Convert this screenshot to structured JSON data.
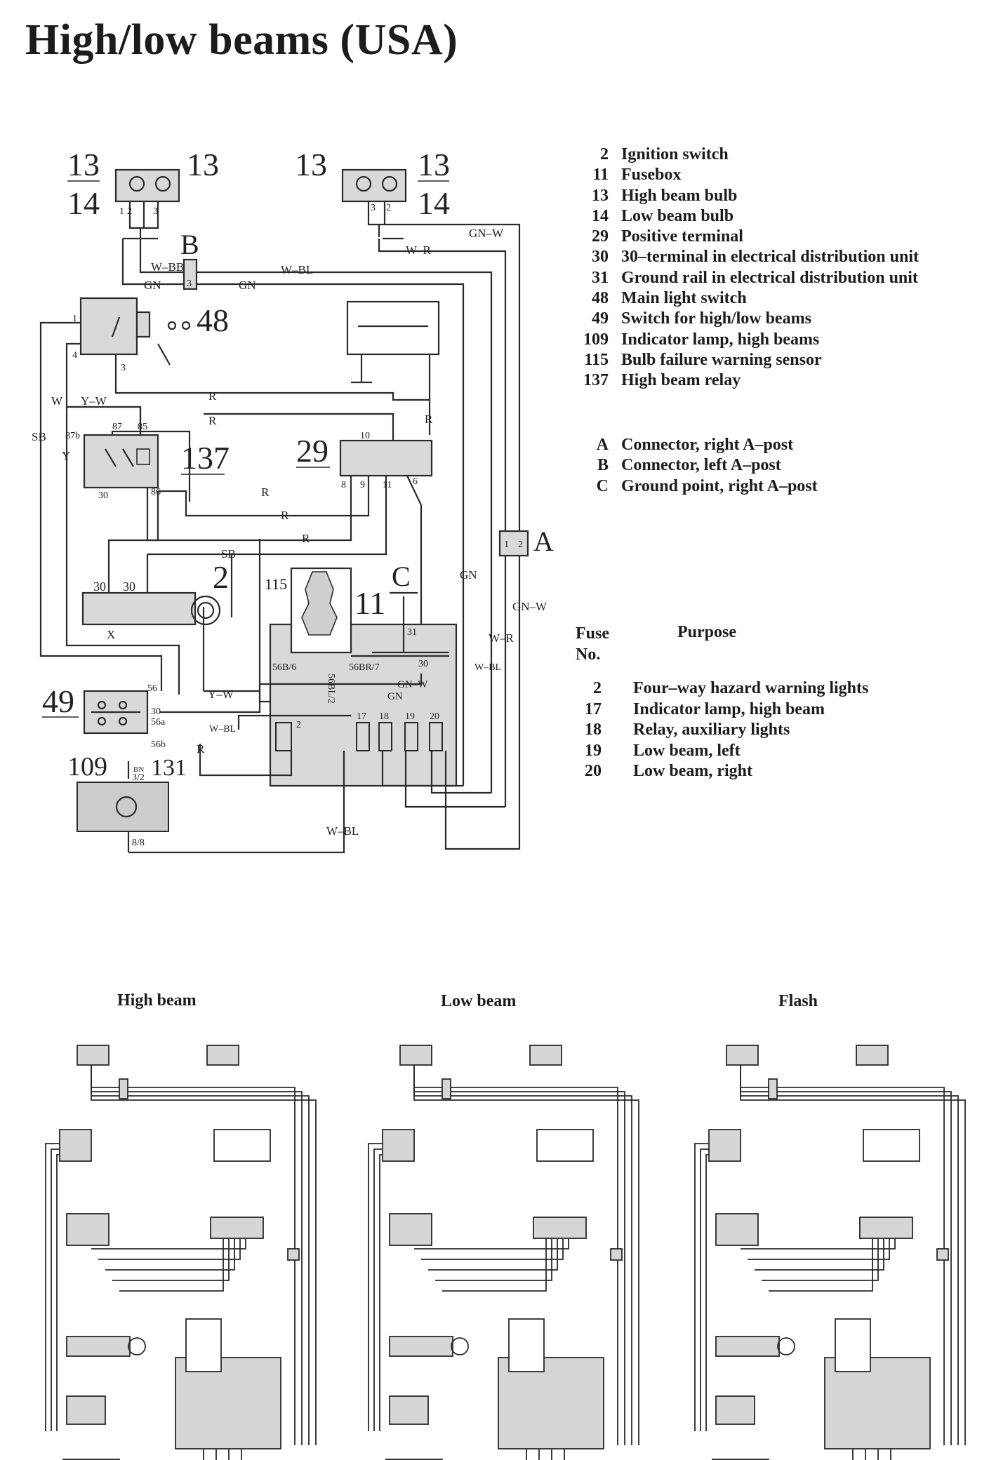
{
  "title": "High/low beams (USA)",
  "legend": [
    {
      "key": "2",
      "text": "Ignition switch"
    },
    {
      "key": "11",
      "text": "Fusebox"
    },
    {
      "key": "13",
      "text": "High beam bulb"
    },
    {
      "key": "14",
      "text": "Low beam bulb"
    },
    {
      "key": "29",
      "text": "Positive terminal"
    },
    {
      "key": "30",
      "text": "30–terminal in electrical distribution unit"
    },
    {
      "key": "31",
      "text": "Ground rail in electrical distribution unit"
    },
    {
      "key": "48",
      "text": "Main light switch"
    },
    {
      "key": "49",
      "text": "Switch for high/low beams"
    },
    {
      "key": "109",
      "text": "Indicator lamp, high beams"
    },
    {
      "key": "115",
      "text": "Bulb failure warning sensor"
    },
    {
      "key": "137",
      "text": "High beam relay"
    }
  ],
  "connectors": [
    {
      "key": "A",
      "text": "Connector, right A–post"
    },
    {
      "key": "B",
      "text": "Connector, left A–post"
    },
    {
      "key": "C",
      "text": "Ground point, right A–post"
    }
  ],
  "fuse_table": {
    "col1": "Fuse",
    "col1b": "No.",
    "col2": "Purpose",
    "rows": [
      {
        "no": "2",
        "purpose": "Four–way hazard warning lights"
      },
      {
        "no": "17",
        "purpose": "Indicator lamp, high beam"
      },
      {
        "no": "18",
        "purpose": "Relay, auxiliary lights"
      },
      {
        "no": "19",
        "purpose": "Low beam, left"
      },
      {
        "no": "20",
        "purpose": "Low beam, right"
      }
    ]
  },
  "component_numbers": {
    "bulb_hi_l": "13",
    "bulb_lo_l": "14",
    "bulb_hi_l2": "13",
    "bulb_hi_r": "13",
    "bulb_hi_r2": "13",
    "bulb_lo_r": "14",
    "connector_b": "B",
    "switch_48": "48",
    "terminal_29": "29",
    "relay_137": "137",
    "ign_2": "2",
    "sensor_115": "115",
    "ground_c": "C",
    "fusebox_11": "11",
    "connector_a": "A",
    "switch_49": "49",
    "lamp_109": "109",
    "lamp_131": "131"
  },
  "wire_labels": {
    "w_bl_b": "W–BL",
    "w_bb": "W–BB",
    "gn_b": "GN",
    "gn_b2": "GN",
    "gn_w_top": "GN–W",
    "w_r_top": "W–R",
    "r1": "R",
    "r2": "R",
    "r3": "R",
    "r4": "R",
    "r5": "R",
    "r_batt": "R",
    "r_49": "R",
    "sb": "SB",
    "sb_left": "SB",
    "y_w": "Y–W",
    "w": "W",
    "y": "Y",
    "gn_right": "GN",
    "gn_w_right": "GN–W",
    "w_r_right": "W–R",
    "w_bl_right": "W–BL",
    "y_w_49": "Y–W",
    "gn_w_mid": "GN–W",
    "gn_mid": "GN",
    "w_bl_49": "W–BL",
    "w_bl_bottom": "W–BL",
    "x": "X"
  },
  "pin_labels": {
    "p1": "1",
    "p2": "2",
    "p3": "3",
    "p3b": "3",
    "p2b": "2",
    "p1_48": "1",
    "p4_48": "4",
    "p3_48": "3",
    "p87b": "87b",
    "p87": "87",
    "p85": "85",
    "p30": "30",
    "p86": "86",
    "p10": "10",
    "p8": "8",
    "p9": "9",
    "p11": "11",
    "p6": "6",
    "p30a": "30",
    "p30b": "30",
    "p56b6": "56B/6",
    "p56bl2": "56BL/2",
    "p56br7": "56BR/7",
    "p31": "31",
    "p30c": "30",
    "p17": "17",
    "p18": "18",
    "p19": "19",
    "p20": "20",
    "p2c": "2",
    "p56": "56",
    "p30d": "30",
    "p56a": "56a",
    "p56b": "56b",
    "p3_2": "3/2",
    "p8_8": "8/8",
    "bn": "BN",
    "a1": "1",
    "a2": "2",
    "b3": "3"
  },
  "mini_diagrams": [
    {
      "title": "High beam"
    },
    {
      "title": "Low beam"
    },
    {
      "title": "Flash"
    }
  ]
}
